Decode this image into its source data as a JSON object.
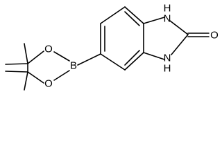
{
  "molecule": {
    "atom_labels": {
      "nh_top": {
        "element": "N",
        "hydrogen": "H"
      },
      "nh_bottom": {
        "element": "N",
        "hydrogen": "H"
      },
      "carbonyl_oxygen": "O",
      "boron": "B",
      "ring_oxygen_top": "O",
      "ring_oxygen_bottom": "O"
    }
  }
}
